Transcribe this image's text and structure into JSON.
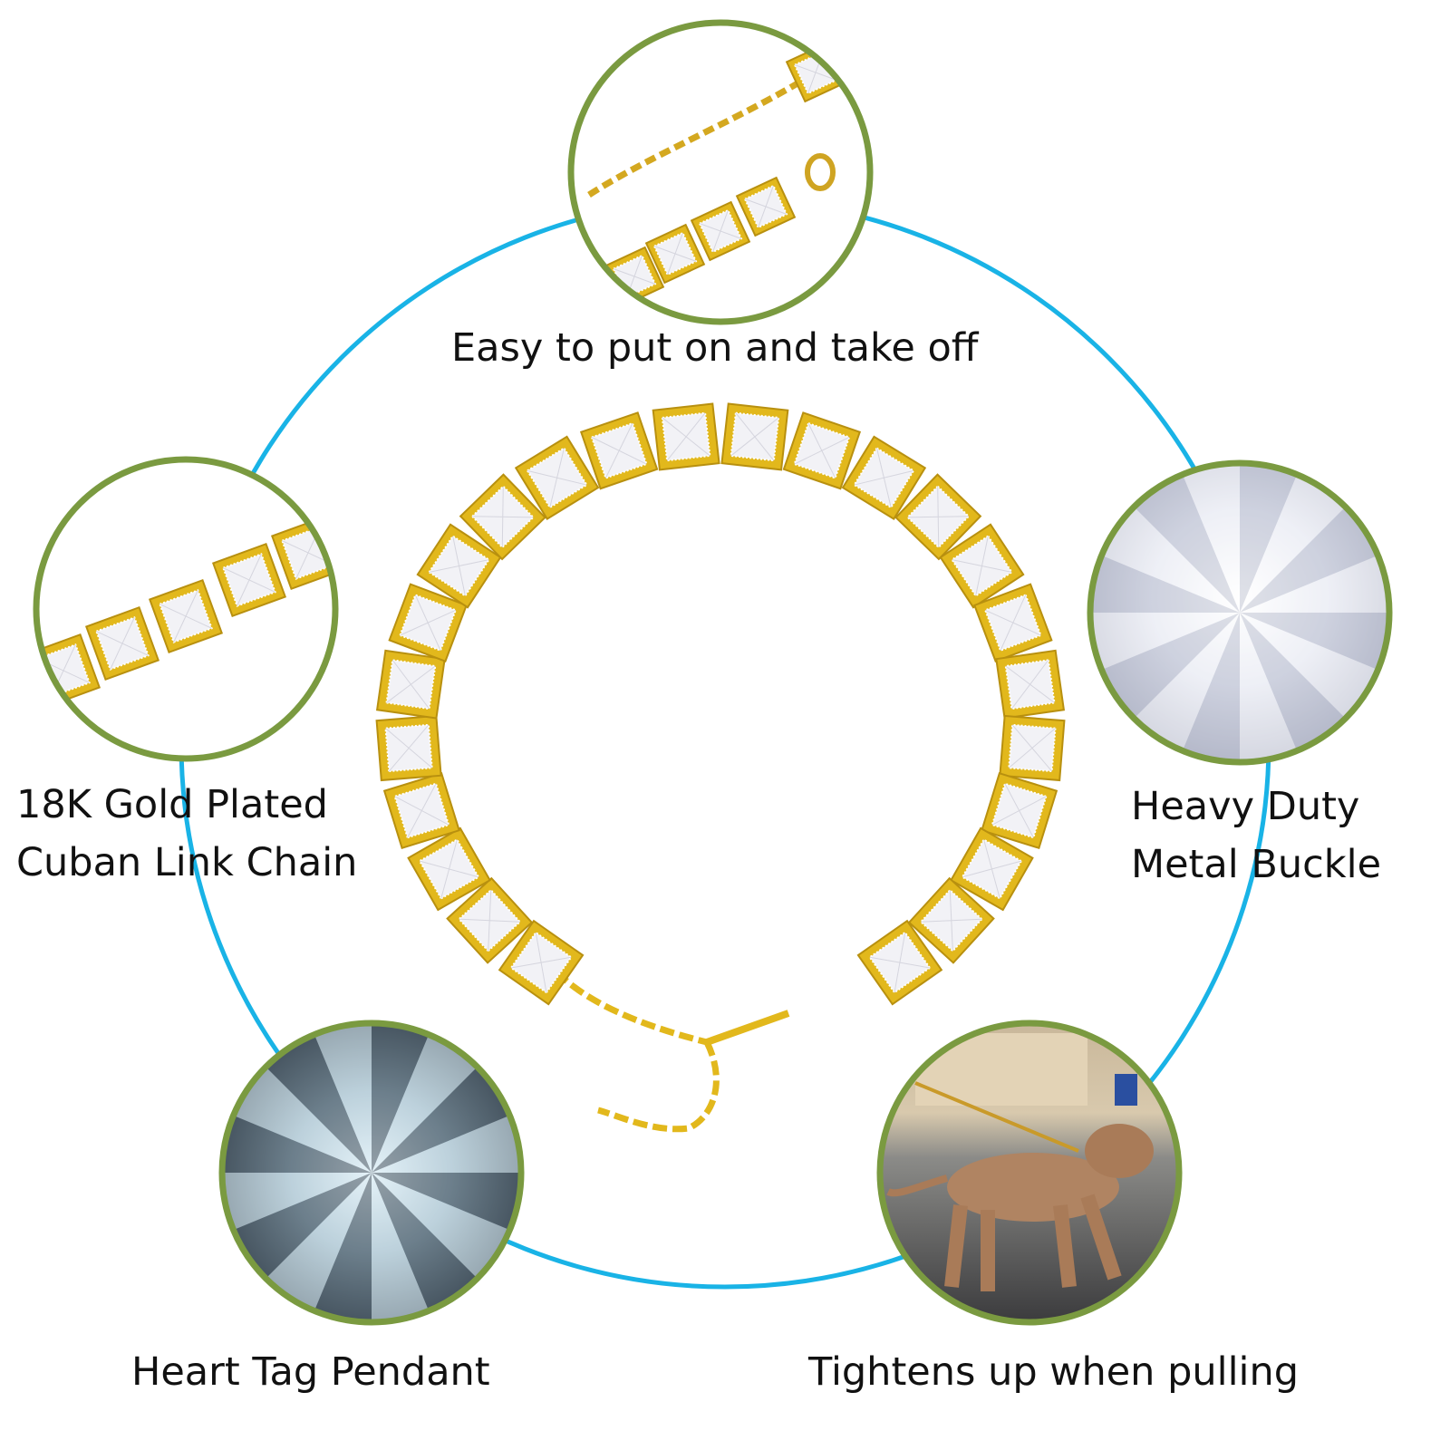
{
  "colors": {
    "ring": "#19b3e6",
    "frame": "#7a9a40",
    "gold": "#e2b81c",
    "gem": "#f2f2f6"
  },
  "features": [
    {
      "id": "clasp",
      "lines": [
        "Easy to put on and take off"
      ],
      "image": "clasp-closeup"
    },
    {
      "id": "chain",
      "lines": [
        "18K Gold Plated",
        "Cuban Link Chain"
      ],
      "image": "chain-closeup"
    },
    {
      "id": "buckle",
      "lines": [
        "Heavy Duty",
        "Metal Buckle"
      ],
      "image": "diamond-closeup"
    },
    {
      "id": "pendant",
      "lines": [
        "Heart Tag Pendant"
      ],
      "image": "crystal-closeup"
    },
    {
      "id": "tighten",
      "lines": [
        "Tightens up when pulling"
      ],
      "image": "dog-wearing-chain"
    }
  ]
}
